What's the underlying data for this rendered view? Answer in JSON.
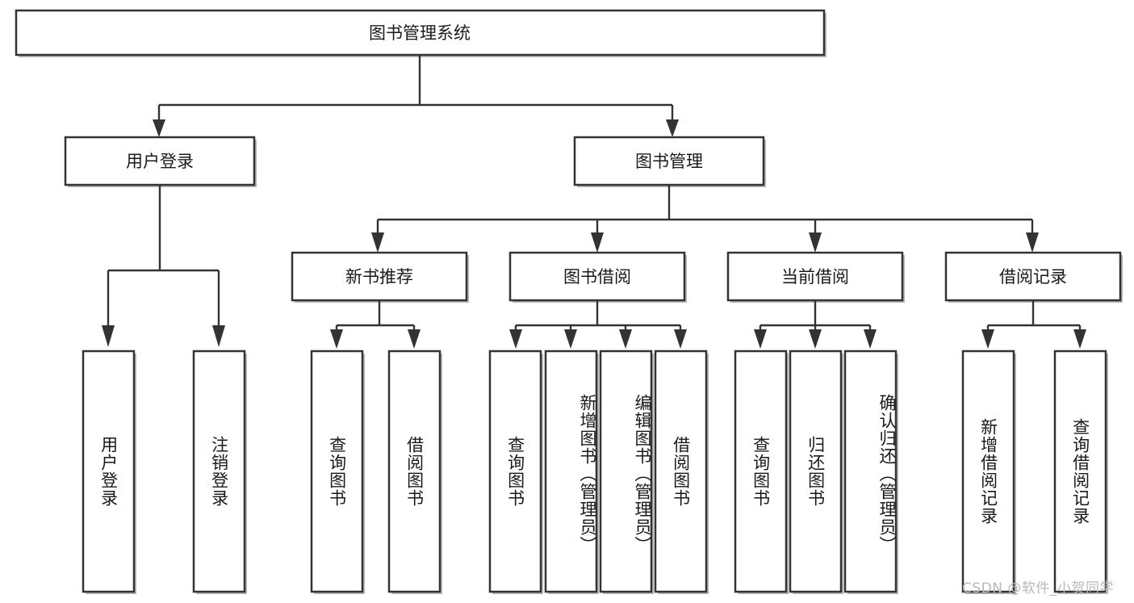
{
  "diagram": {
    "title": "图书管理系统",
    "type": "tree",
    "orientation": "top-down",
    "colors": {
      "box_fill": "#ffffff",
      "box_stroke": "#333333",
      "text": "#1a1a1a",
      "watermark": "#b9b9b9",
      "background": "#ffffff"
    },
    "root": {
      "label": "图书管理系统"
    },
    "level2": [
      {
        "label": "用户登录"
      },
      {
        "label": "图书管理"
      }
    ],
    "level3": [
      {
        "label": "新书推荐"
      },
      {
        "label": "图书借阅"
      },
      {
        "label": "当前借阅"
      },
      {
        "label": "借阅记录"
      }
    ],
    "leaves": {
      "user_login": [
        {
          "label": "用户登录"
        },
        {
          "label": "注销登录"
        }
      ],
      "new_book": [
        {
          "label": "查询图书"
        },
        {
          "label": "借阅图书"
        }
      ],
      "book_borrow": [
        {
          "label": "查询图书"
        },
        {
          "label": "新增图书（管理员）"
        },
        {
          "label": "编辑图书（管理员）"
        },
        {
          "label": "借阅图书"
        }
      ],
      "current_borrow": [
        {
          "label": "查询图书"
        },
        {
          "label": "归还图书"
        },
        {
          "label": "确认归还（管理员）"
        }
      ],
      "borrow_record": [
        {
          "label": "新增借阅记录"
        },
        {
          "label": "查询借阅记录"
        }
      ]
    },
    "watermark": "CSDN @软件_小贺同学"
  }
}
